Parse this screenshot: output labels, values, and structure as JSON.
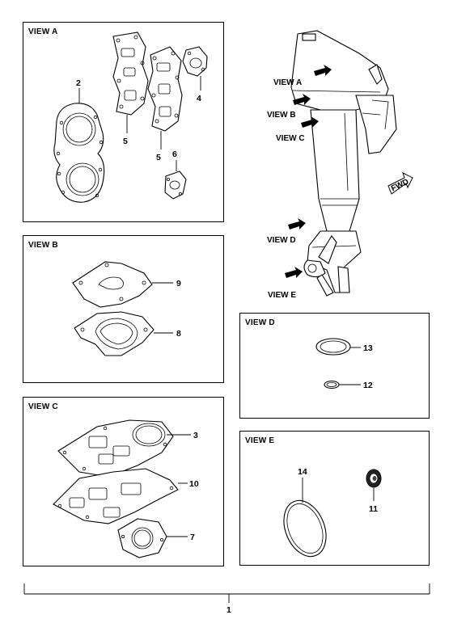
{
  "views": {
    "view_a": {
      "title": "VIEW A",
      "parts": [
        "2",
        "5",
        "5",
        "4",
        "6"
      ]
    },
    "view_b": {
      "title": "VIEW B",
      "parts": [
        "9",
        "8"
      ]
    },
    "view_c": {
      "title": "VIEW C",
      "parts": [
        "3",
        "10",
        "7"
      ]
    },
    "view_d": {
      "title": "VIEW D",
      "parts": [
        "13",
        "12"
      ]
    },
    "view_e": {
      "title": "VIEW E",
      "parts": [
        "14",
        "11"
      ]
    }
  },
  "engine_callouts": {
    "view_a": "VIEW A",
    "view_b": "VIEW B",
    "view_c": "VIEW C",
    "view_d": "VIEW D",
    "view_e": "VIEW E",
    "fwd": "FWD"
  },
  "assembly_number": "1"
}
